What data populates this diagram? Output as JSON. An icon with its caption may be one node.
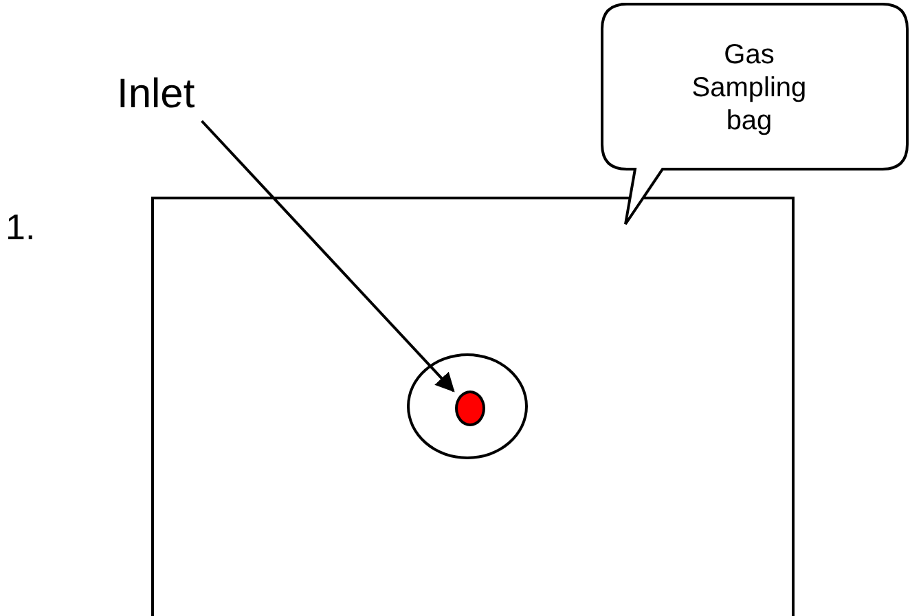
{
  "diagram": {
    "nodes": [
      {
        "text": [],
        "shape": "box"
      },
      {
        "text": [],
        "shape": "circle",
        "in": 0
      },
      {
        "text": [],
        "shape": "circle",
        "in": 1
      },
      {
        "text": [
          "Inlet"
        ]
      },
      {
        "text": [
          "Gas Sampling bag"
        ]
      }
    ],
    "edges": [
      {
        "from": 3,
        "to": 2,
        "arrow": "to"
      }
    ],
    "labels": [
      "1."
    ]
  }
}
